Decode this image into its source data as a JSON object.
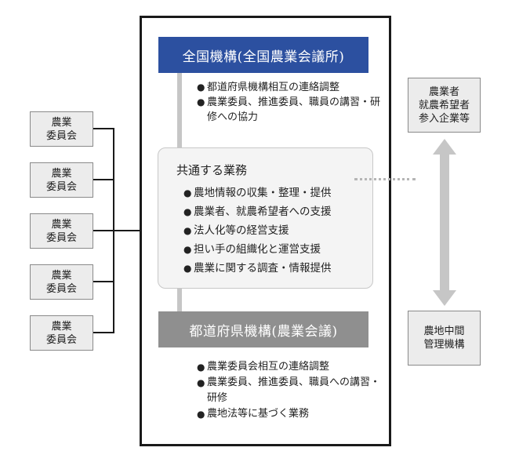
{
  "national": {
    "title": "全国機構(全国農業会議所)",
    "items": [
      "都道府県機構相互の連絡調整",
      "農業委員、推進委員、職員の講習・研修への協力"
    ]
  },
  "common": {
    "title": "共通する業務",
    "items": [
      "農地情報の収集・整理・提供",
      "農業者、就農希望者への支援",
      "法人化等の経営支援",
      "担い手の組織化と運営支援",
      "農業に関する調査・情報提供"
    ]
  },
  "prefectural": {
    "title": "都道府県機構(農業会議)",
    "items": [
      "農業委員会相互の連絡調整",
      "農業委員、推進委員、職員への講習・研修",
      "農地法等に基づく業務"
    ]
  },
  "committees": [
    {
      "line1": "農業",
      "line2": "委員会"
    },
    {
      "line1": "農業",
      "line2": "委員会"
    },
    {
      "line1": "農業",
      "line2": "委員会"
    },
    {
      "line1": "農業",
      "line2": "委員会"
    },
    {
      "line1": "農業",
      "line2": "委員会"
    }
  ],
  "farmers_box": {
    "lines": [
      "農業者",
      "就農希望者",
      "参入企業等"
    ]
  },
  "bank_box": {
    "lines": [
      "農地中間",
      "管理機構"
    ]
  },
  "colors": {
    "national_header": "#2c50a0",
    "prefectural_header": "#8f8f8f",
    "spine": "#c6c6c6",
    "arrow": "#c6c6c6"
  }
}
